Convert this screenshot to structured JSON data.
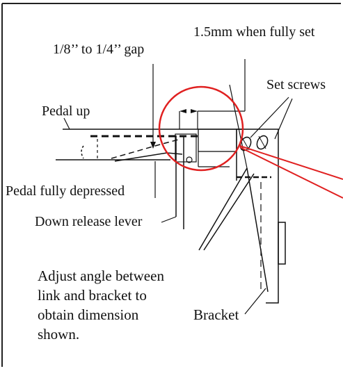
{
  "labels": {
    "gap": "1/8’’ to 1/4’’ gap",
    "set_dimension": "1.5mm when fully set",
    "pedal_up": "Pedal up",
    "set_screws": "Set screws",
    "pedal_fully_depressed": "Pedal fully depressed",
    "down_release_lever": "Down release lever",
    "bracket": "Bracket"
  },
  "note": {
    "line1": "Adjust angle between",
    "line2": "link and bracket to",
    "line3": "obtain dimension",
    "line4": "shown."
  },
  "colors": {
    "line": "#111111",
    "highlight": "#e02020",
    "frame": "#222222"
  }
}
